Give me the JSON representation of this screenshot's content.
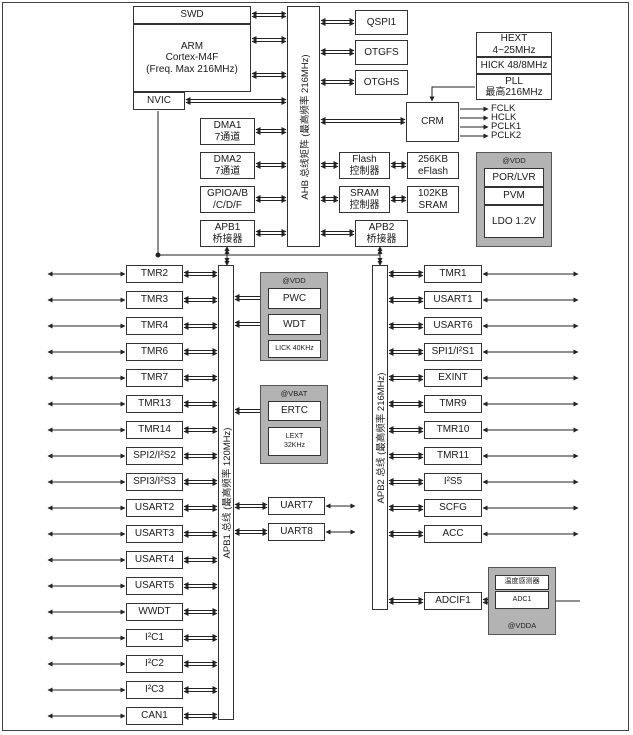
{
  "core": {
    "swd": "SWD",
    "arm": "ARM\nCortex-M4F\n(Freq. Max 216MHz)",
    "nvic": "NVIC"
  },
  "ahb_bus": "AHB 总线矩阵 (最高频率 216MHz)",
  "apb1_bus": "APB1 总线 (最高频率 120MHz)",
  "apb2_bus": "APB2 总线 (最高频率 216MHz)",
  "ahb_left": [
    "DMA1\n7通道",
    "DMA2\n7通道",
    "GPIOA/B\n/C/D/F",
    "APB1\n桥接器"
  ],
  "ahb_right": [
    "QSPI1",
    "OTGFS",
    "OTGHS",
    "CRM"
  ],
  "memory": [
    {
      "ctrl": "Flash\n控制器",
      "mem": "256KB\neFlash"
    },
    {
      "ctrl": "SRAM\n控制器",
      "mem": "102KB\nSRAM"
    }
  ],
  "apb2_bridge": "APB2\n桥接器",
  "clocks": {
    "hext": "HEXT\n4~25MHz",
    "hick": "HICK 48/8MHz",
    "pll": "PLL\n最高216MHz"
  },
  "crm_outputs": [
    "FCLK",
    "HCLK",
    "PCLK1",
    "PCLK2"
  ],
  "vdd_group": {
    "label": "@VDD",
    "items": [
      "POR/LVR",
      "PVM",
      "LDO 1.2V"
    ]
  },
  "apb1_vdd_group": {
    "label": "@VDD",
    "items": [
      "PWC",
      "WDT",
      "LICK 40KHz"
    ]
  },
  "vbat_group": {
    "label": "@VBAT",
    "items": [
      "ERTC",
      "LEXT\n32KHz"
    ]
  },
  "apb1_peripherals": [
    "TMR2",
    "TMR3",
    "TMR4",
    "TMR6",
    "TMR7",
    "TMR13",
    "TMR14",
    "SPI2/I²S2",
    "SPI3/I²S3",
    "USART2",
    "USART3",
    "USART4",
    "USART5",
    "WWDT",
    "I²C1",
    "I²C2",
    "I²C3",
    "CAN1"
  ],
  "apb1_right": [
    "UART7",
    "UART8"
  ],
  "apb2_peripherals": [
    "TMR1",
    "USART1",
    "USART6",
    "SPI1/I²S1",
    "EXINT",
    "TMR9",
    "TMR10",
    "TMR11",
    "I²S5",
    "SCFG",
    "ACC"
  ],
  "adcif": "ADCIF1",
  "vdda_group": {
    "label": "@VDDA",
    "items": [
      "温度感测器",
      "ADC1"
    ]
  }
}
